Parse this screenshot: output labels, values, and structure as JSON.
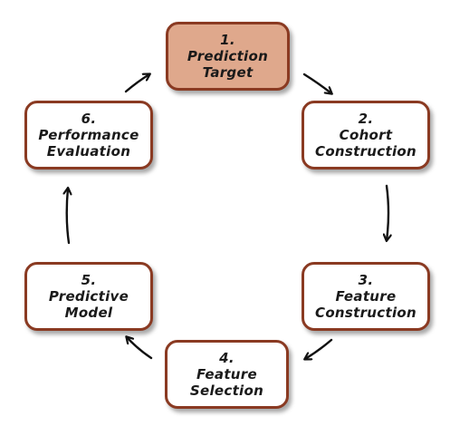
{
  "diagram": {
    "steps": [
      {
        "number": "1.",
        "lines": [
          "Prediction",
          "Target"
        ],
        "highlighted": true
      },
      {
        "number": "2.",
        "lines": [
          "Cohort",
          "Construction"
        ],
        "highlighted": false
      },
      {
        "number": "3.",
        "lines": [
          "Feature",
          "Construction"
        ],
        "highlighted": false
      },
      {
        "number": "4.",
        "lines": [
          "Feature",
          "Selection"
        ],
        "highlighted": false
      },
      {
        "number": "5.",
        "lines": [
          "Predictive",
          "Model"
        ],
        "highlighted": false
      },
      {
        "number": "6.",
        "lines": [
          "Performance",
          "Evaluation"
        ],
        "highlighted": false
      }
    ],
    "colors": {
      "highlight_fill": "#dfa88c",
      "box_border": "#8a3a22",
      "box_fill": "#ffffff",
      "arrow": "#111111",
      "text": "#1a1a1a"
    }
  }
}
